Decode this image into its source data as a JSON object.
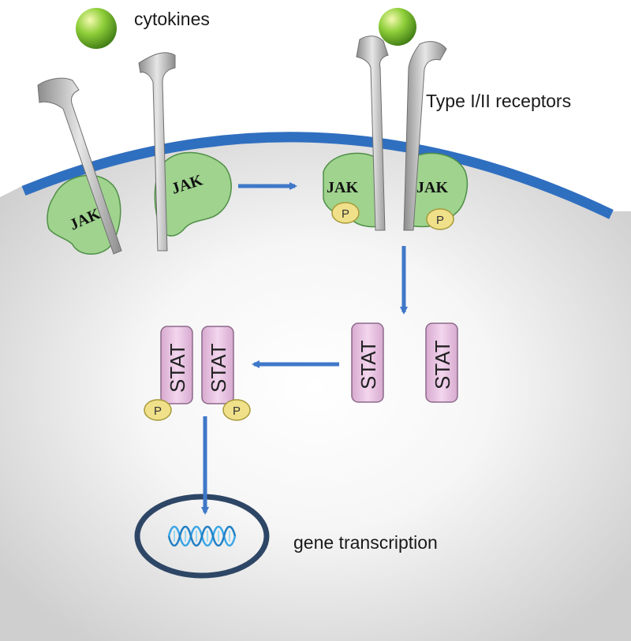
{
  "labels": {
    "cytokines": "cytokines",
    "receptors": "Type I/II receptors",
    "gene_transcription": "gene transcription",
    "jak": "JAK",
    "stat": "STAT",
    "phospho": "P"
  },
  "colors": {
    "membrane": "#2f6fc0",
    "arrow": "#3f78c8",
    "jak_fill": "#9fd38e",
    "jak_stroke": "#4f8f46",
    "stat_fill": "#e6bddf",
    "stat_stroke": "#8c6a8a",
    "phospho_fill": "#f0e08a",
    "phospho_stroke": "#a89a3a",
    "nucleus_stroke": "#2e4666",
    "dna": "#3aa6e8",
    "receptor": "#a8a8a8",
    "cytokine": "#7cb832"
  }
}
